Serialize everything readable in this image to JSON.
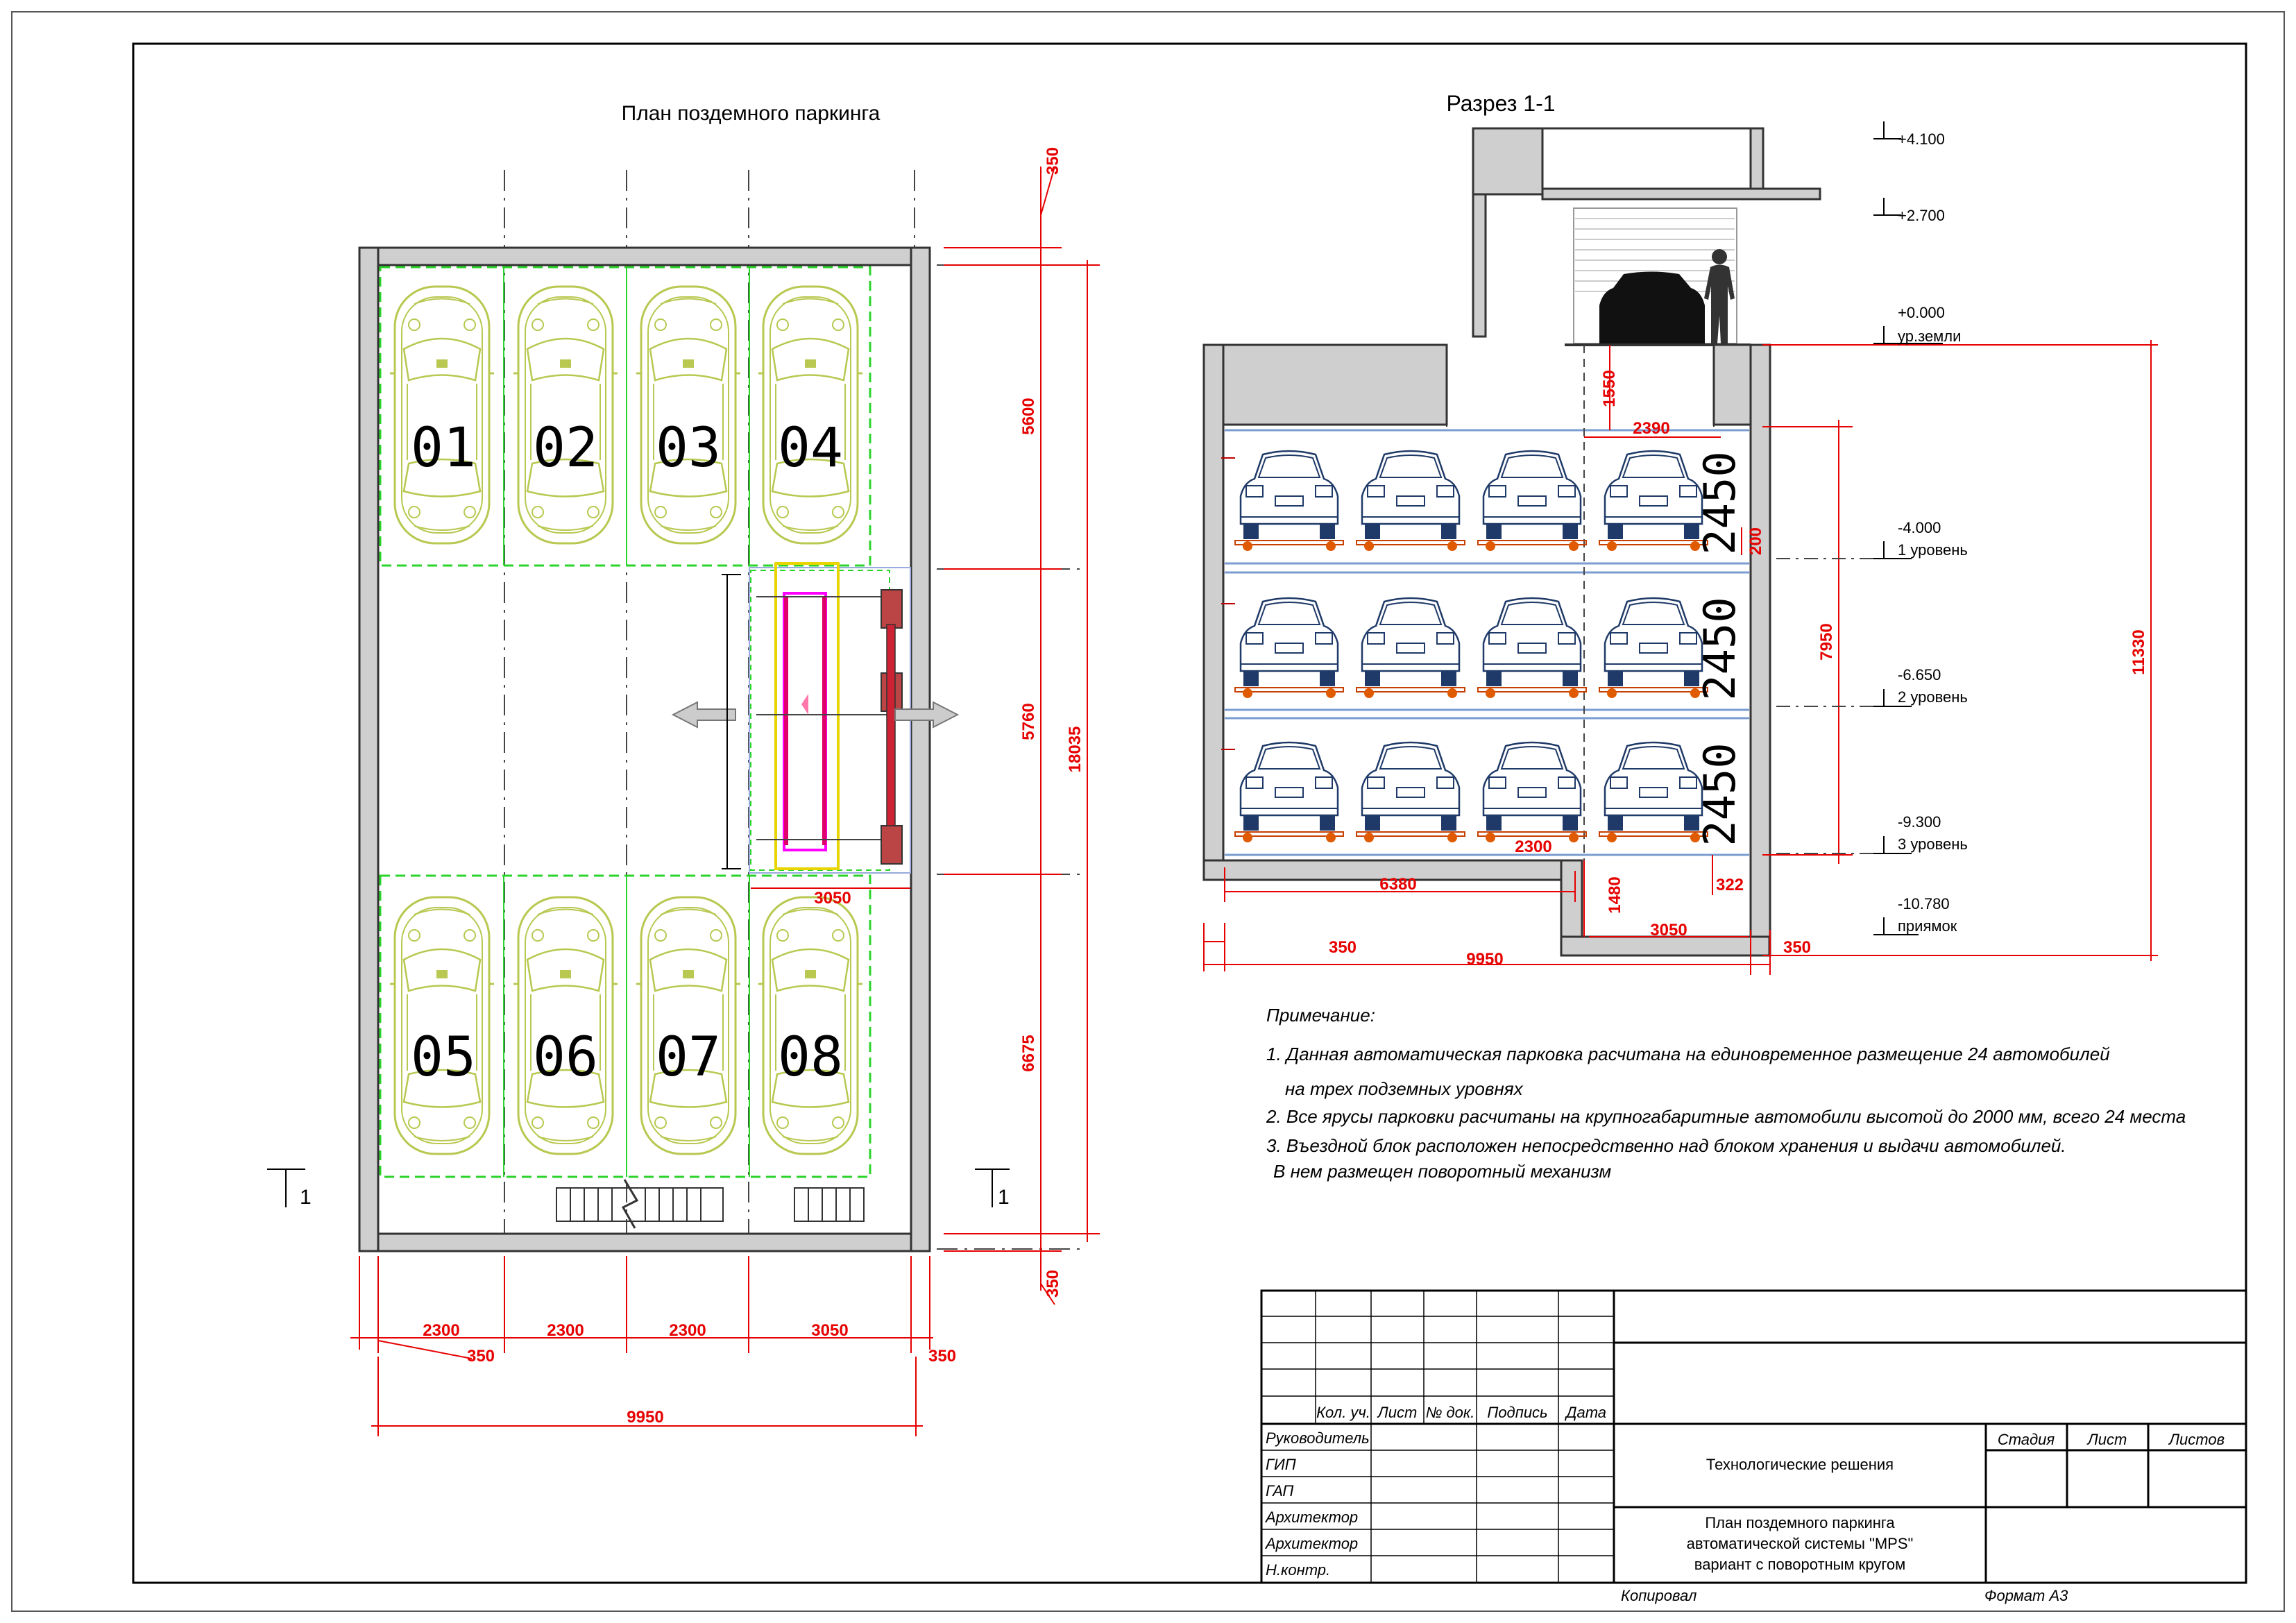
{
  "plan": {
    "title": "План поздемного паркинга",
    "spots": [
      "01",
      "02",
      "03",
      "04",
      "05",
      "06",
      "07",
      "08"
    ],
    "dims_bottom": [
      "2300",
      "2300",
      "2300",
      "3050",
      "350",
      "350"
    ],
    "dim_total": "9950",
    "dims_right": [
      "5600",
      "5760",
      "6675"
    ],
    "dim_right_total": "18035",
    "dim_wall": "350",
    "turntable_dim": "3050",
    "section_mark": "1"
  },
  "section": {
    "title": "Разрез 1-1",
    "levels": [
      {
        "value": "+4.100",
        "label": ""
      },
      {
        "value": "+2.700",
        "label": ""
      },
      {
        "value": "+0.000",
        "label": "ур.земли"
      },
      {
        "value": "-4.000",
        "label": "1 уровень"
      },
      {
        "value": "-6.650",
        "label": "2 уровень"
      },
      {
        "value": "-9.300",
        "label": "3 уровень"
      },
      {
        "value": "-10.780",
        "label": "приямок"
      }
    ],
    "tier_height": "2450",
    "dims": {
      "d1550": "1550",
      "d2390": "2390",
      "d200": "200",
      "d7950": "7950",
      "d11330": "11330",
      "d2300": "2300",
      "d6380": "6380",
      "d1480": "1480",
      "d3050": "3050",
      "d322": "322",
      "d350a": "350",
      "d350b": "350",
      "d9950": "9950"
    }
  },
  "notes": {
    "heading": "Примечание:",
    "n1a": "1. Данная автоматическая парковка расчитана на единовременное размещение 24 автомобилей",
    "n1b": "на трех подземных уровнях",
    "n2": "2. Все ярусы парковки расчитаны на крупногабаритные автомобили высотой до 2000 мм, всего 24 места",
    "n3a": "3. Въездной блок расположен непосредственно над блоком хранения и выдачи автомобилей.",
    "n3b": "В нем размещен поворотный механизм"
  },
  "titleblock": {
    "cols": [
      "Кол. уч.",
      "Лист",
      "№ док.",
      "Подпись",
      "Дата"
    ],
    "roles": [
      "Руководитель",
      "ГИП",
      "ГАП",
      "Архитектор",
      "Архитектор",
      "Н.контр."
    ],
    "section": "Технологические решения",
    "stage_cols": [
      "Стадия",
      "Лист",
      "Листов"
    ],
    "drawing_line1": "План поздемного паркинга",
    "drawing_line2": "автоматической системы \"MPS\"",
    "drawing_line3": "вариант с поворотным кругом",
    "copied": "Копировал",
    "format": "Формат А3"
  },
  "colors": {
    "dimension": "#e60000",
    "car_plan": "#b8c850",
    "car_section": "#1f3a68",
    "green_dash": "#2bd42b",
    "platform": "#ff00ff"
  }
}
